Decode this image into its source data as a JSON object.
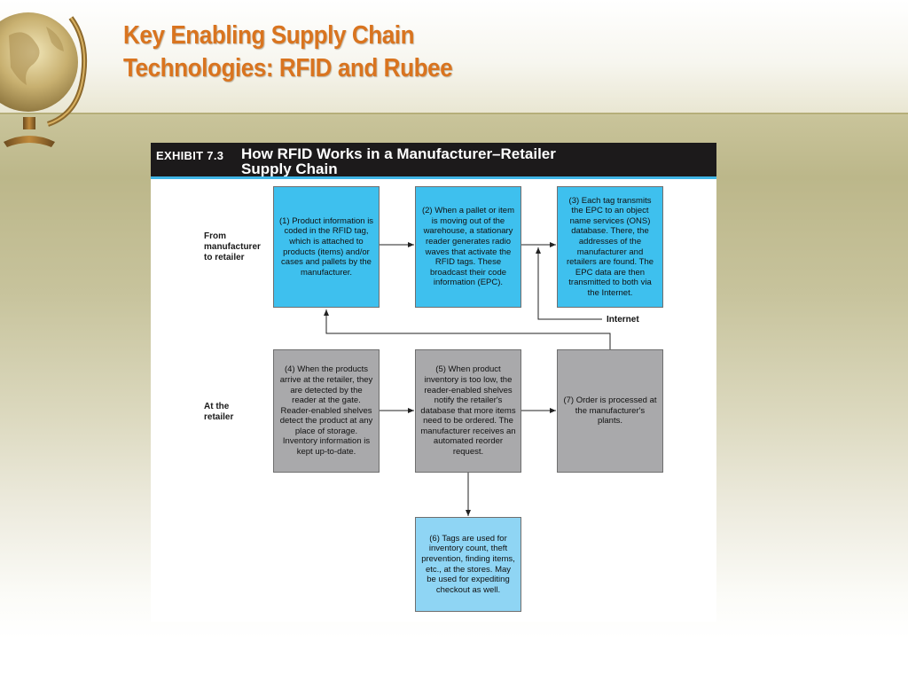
{
  "slide": {
    "title_line1": "Key Enabling Supply Chain",
    "title_line2": "Technologies: RFID and Rubee"
  },
  "exhibit": {
    "label": "EXHIBIT 7.3",
    "title_line1": "How RFID Works in a Manufacturer–Retailer",
    "title_line2": "Supply Chain",
    "row_labels": {
      "top_line1": "From",
      "top_line2": "manufacturer",
      "top_line3": "to retailer",
      "bottom_line1": "At the",
      "bottom_line2": "retailer"
    },
    "internet_label": "Internet",
    "steps": {
      "s1": "(1) Product information is coded in the RFID tag, which is attached to products (items) and/or cases and pallets by the manufacturer.",
      "s2": "(2) When a pallet or item is moving out of the warehouse, a stationary reader generates radio waves that activate the RFID tags. These broadcast their code information (EPC).",
      "s3": "(3) Each tag transmits the EPC to an object name services (ONS) database. There, the addresses of the manufacturer and retailers are found. The EPC data are then transmitted to both via the Internet.",
      "s4": "(4) When the products arrive at the retailer, they are detected by the reader at the gate. Reader-enabled shelves detect the product at any place of storage. Inventory information is kept up-to-date.",
      "s5": "(5) When product inventory is too low, the reader-enabled shelves notify the retailer's database that more items need to be ordered. The manufacturer receives an automated reorder request.",
      "s6": "(6) Tags are used for inventory count, theft prevention, finding items, etc., at the stores. May be used for expediting checkout as well.",
      "s7": "(7) Order is processed at the manufacturer's plants."
    },
    "colors": {
      "manufacturer_box": "#3ec0ee",
      "retailer_box": "#a9a9ab",
      "store_box": "#8fd5f4",
      "header_bar": "#1c1a1b",
      "accent_rule": "#3fb5e6"
    }
  }
}
